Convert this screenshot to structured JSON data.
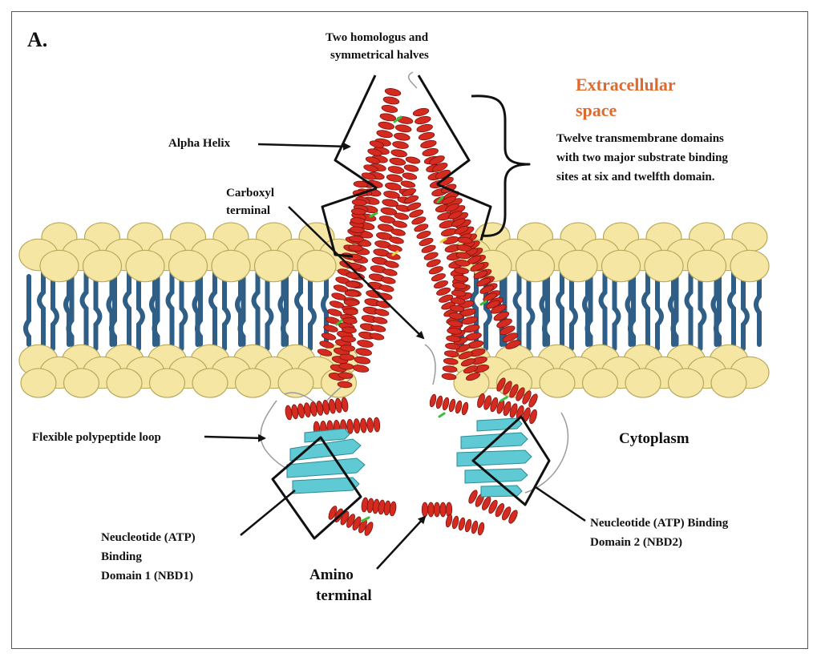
{
  "panel_label": "A.",
  "labels": {
    "homologous_l1": "Two homologus and",
    "homologous_l2": "symmetrical halves",
    "extracellular_l1": "Extracellular",
    "extracellular_l2": "space",
    "tm_l1": "Twelve transmembrane domains",
    "tm_l2": "with two major substrate binding",
    "tm_l3": "sites at six and twelfth domain.",
    "alpha_helix": "Alpha Helix",
    "carboxyl_l1": "Carboxyl",
    "carboxyl_l2": "terminal",
    "flexible_loop": "Flexible polypeptide loop",
    "cytoplasm": "Cytoplasm",
    "nbd1_l1": "Neucleotide (ATP)",
    "nbd1_l2": "Binding",
    "nbd1_l3": "Domain 1 (NBD1)",
    "nbd2_l1": "Neucleotide (ATP) Binding",
    "nbd2_l2": "Domain 2 (NBD2)",
    "amino_l1": "Amino",
    "amino_l2": "terminal"
  },
  "colors": {
    "lipid_head": "#f5e6a3",
    "lipid_head_stroke": "#b9a85a",
    "lipid_tail": "#2f5f86",
    "helix": "#d42a1f",
    "beta_sheet": "#5fc9d4",
    "accent_text": "#e06a2c"
  }
}
